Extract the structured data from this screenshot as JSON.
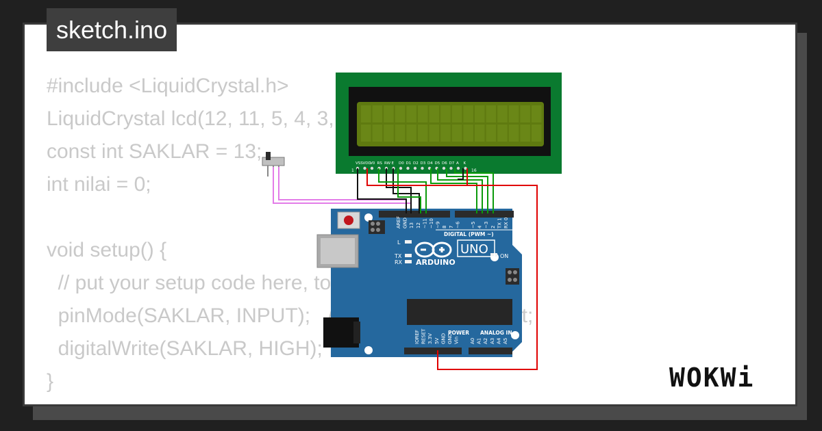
{
  "file_tab": {
    "label": "sketch.ino"
  },
  "code_lines": [
    "#include <LiquidCrystal.h>",
    "LiquidCrystal lcd(12, 11, 5, 4, 3, 2);",
    "const int SAKLAR = 13;",
    "int nilai = 0;",
    "",
    "void setup() {",
    "  // put your setup code here, to run once:",
    "  pinMode(SAKLAR, INPUT);   // saklar sebagai input;",
    "  digitalWrite(SAKLAR, HIGH);",
    "}"
  ],
  "lcd": {
    "pin_labels": [
      "VSS",
      "VDD",
      "V0",
      "RS",
      "RW",
      "E",
      "D0",
      "D1",
      "D2",
      "D3",
      "D4",
      "D5",
      "D6",
      "D7",
      "A",
      "K"
    ],
    "pin_first": "1",
    "pin_last": "16"
  },
  "arduino": {
    "model": "UNO",
    "brand": "ARDUINO",
    "digital_header_label": "DIGITAL (PWM ~)",
    "digital_pins": [
      "AREF",
      "GND",
      "13",
      "12",
      "~11",
      "~10",
      "~9",
      "8",
      "7",
      "~6",
      "~5",
      "4",
      "~3",
      "2",
      "TX 1",
      "RX 0"
    ],
    "power_label": "POWER",
    "analog_label": "ANALOG IN",
    "power_pins": [
      "IOREF",
      "RESET",
      "3.3V",
      "5V",
      "GND",
      "GND",
      "Vin"
    ],
    "analog_pins": [
      "A0",
      "A1",
      "A2",
      "A3",
      "A4",
      "A5"
    ],
    "led_l": "L",
    "led_tx": "TX",
    "led_rx": "RX",
    "led_on": "ON"
  },
  "brand_logo": "WOKWi",
  "colors": {
    "board": "#25689e",
    "lcd_pcb": "#0a7a2f",
    "lcd_screen": "#5f7a10",
    "wire_green": "#0a9a0a",
    "wire_black": "#111111",
    "wire_red": "#e00000",
    "wire_pink": "#e37ce8"
  }
}
